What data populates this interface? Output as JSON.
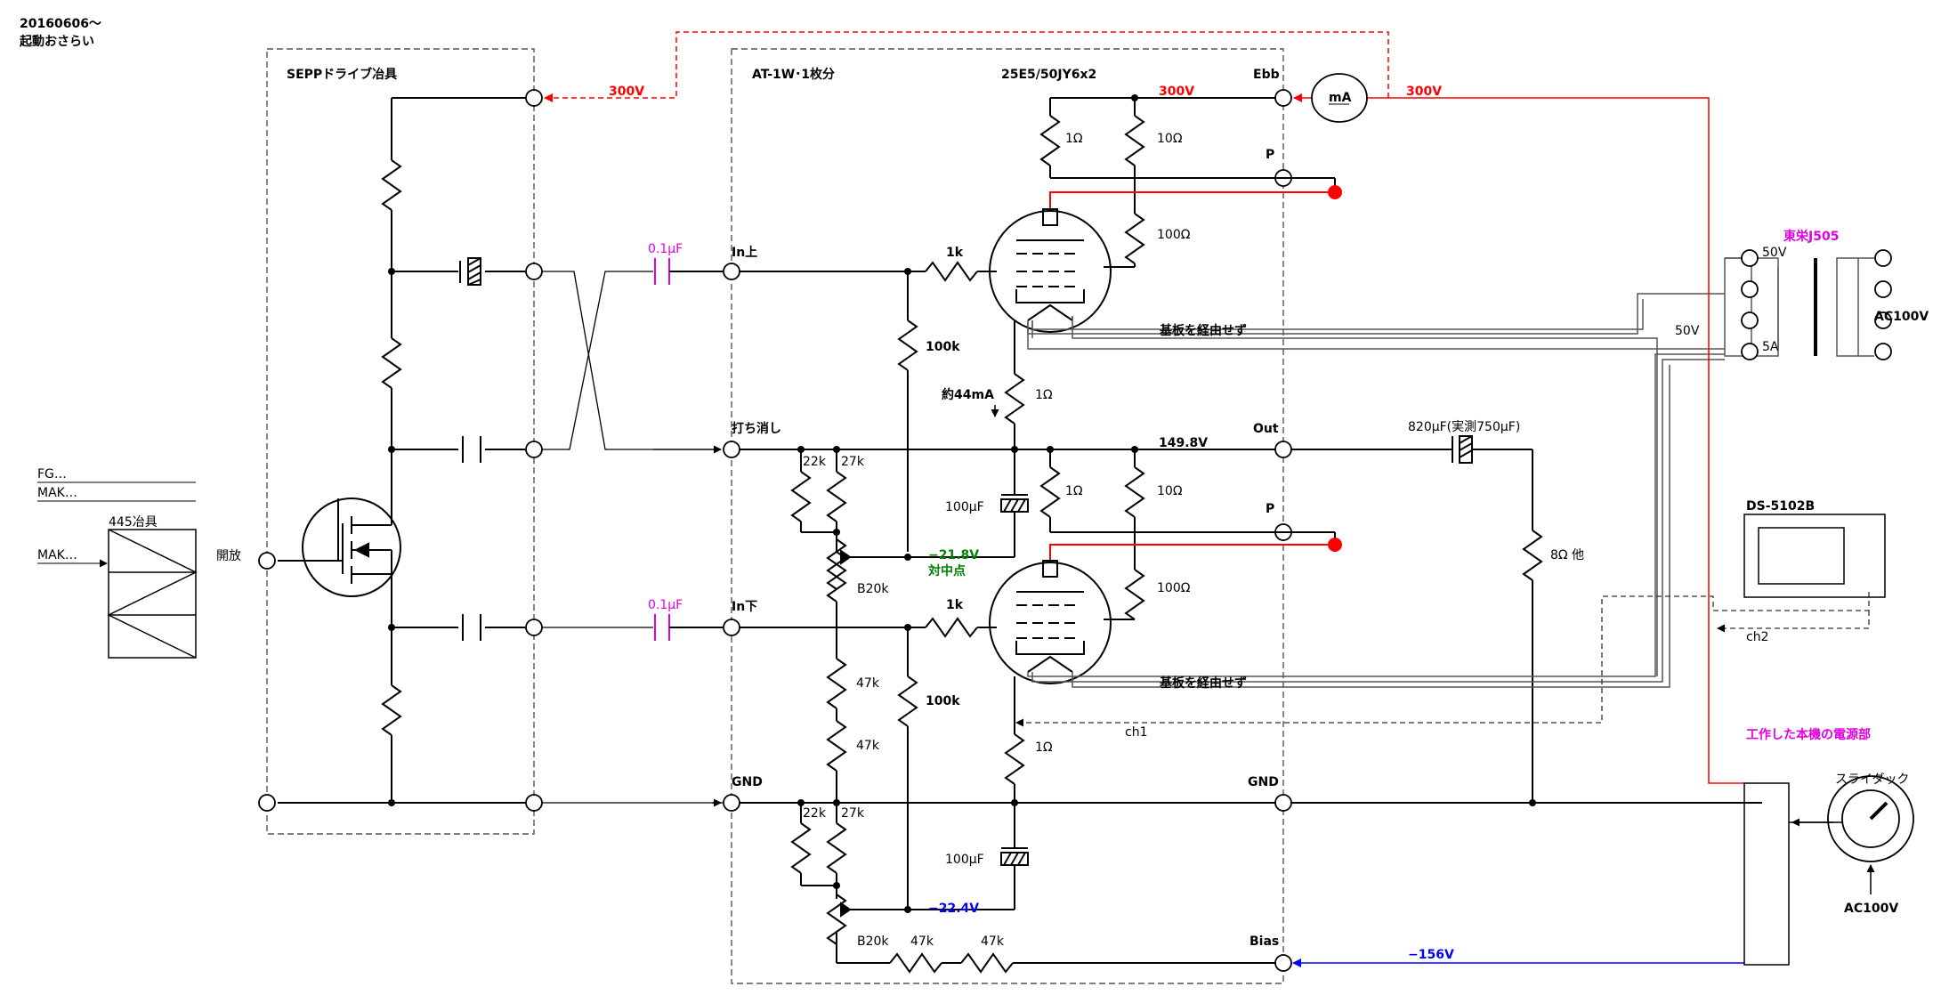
{
  "header": {
    "line1": "20160606～",
    "line2": "起動おさらい"
  },
  "labels": {
    "jig_box": "SEPPドライブ冶具",
    "amp_box": "AT-1W･1枚分",
    "tube_type": "25E5/50JY6x2",
    "fg": "FG…",
    "mak1": "MAK…",
    "mak2": "MAK…",
    "jig445": "445冶具",
    "open": "開放",
    "in_up": "In上",
    "in_down": "In下",
    "cancel": "打ち消し",
    "gnd_left": "GND",
    "cap01_up": "0.1μF",
    "cap01_down": "0.1μF",
    "ebb": "Ebb",
    "p_up": "P",
    "p_down": "P",
    "out": "Out",
    "gnd_right": "GND",
    "bias": "Bias",
    "v300_jig": "300V",
    "v300_top": "300V",
    "v300_supply": "300V",
    "ma": "mA",
    "r_1ohm_a": "1Ω",
    "r_10ohm_a": "10Ω",
    "r_100ohm_a": "100Ω",
    "r_1k_up": "1k",
    "r_100k_up": "100k",
    "current": "約44mA",
    "r_1ohm_k": "1Ω",
    "out_v": "149.8V",
    "r_1ohm_b": "1Ω",
    "r_10ohm_b": "10Ω",
    "r_100ohm_b": "100Ω",
    "r22k_a": "22k",
    "r27k_a": "27k",
    "c100u_a": "100μF",
    "v_minus21": "−21.8V",
    "center": "対中点",
    "b20k_a": "B20k",
    "r_1k_down": "1k",
    "r47k_a": "47k",
    "r47k_b": "47k",
    "r_100k_down": "100k",
    "r_1ohm_c": "1Ω",
    "r22k_b": "22k",
    "r27k_b": "27k",
    "c100u_b": "100μF",
    "v_minus22": "−22.4V",
    "b20k_b": "B20k",
    "r47k_c": "47k",
    "r47k_d": "47k",
    "bias_v": "−156V",
    "heater_up": "基板を経由せず",
    "heater_down": "基板を経由せず",
    "cap820": "820μF(実測750μF)",
    "load": "8Ω 他",
    "trans": "東栄J505",
    "v50_a": "50V",
    "v50_b": "50V",
    "a5": "5A",
    "ac100_a": "AC100V",
    "scope": "DS-5102B",
    "ch1": "ch1",
    "ch2": "ch2",
    "supply": "工作した本機の電源部",
    "slidac": "スライダック",
    "ac100_b": "AC100V"
  },
  "colors": {
    "red": "#ff0000",
    "blue": "#0000ff",
    "magenta": "#e000e0",
    "green": "#008000"
  }
}
